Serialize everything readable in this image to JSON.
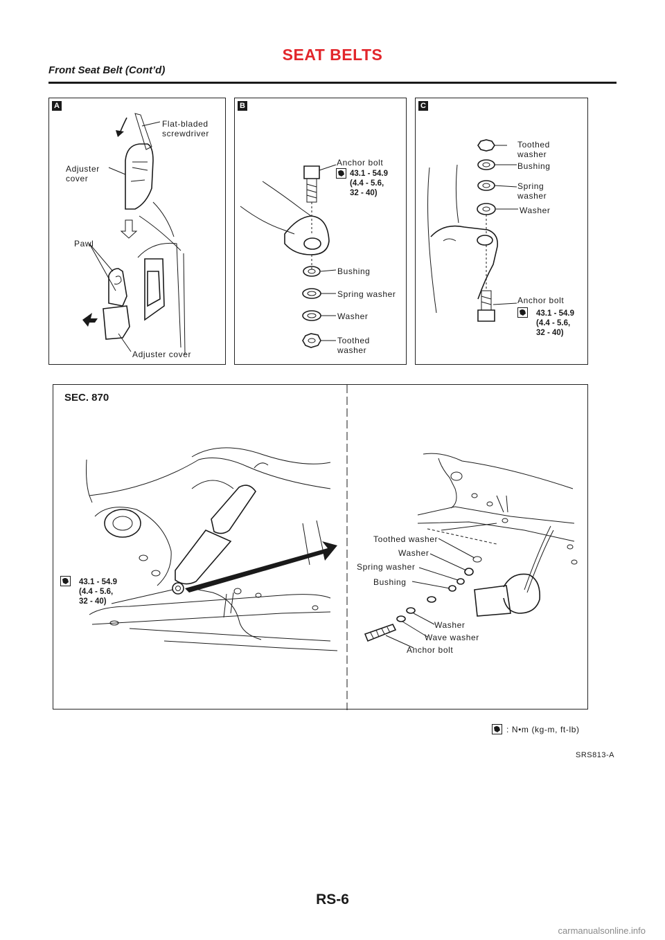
{
  "header": {
    "title": "SEAT BELTS",
    "subtitle": "Front Seat Belt (Cont’d)"
  },
  "panel_a": {
    "badge": "A",
    "labels": {
      "screwdriver": "Flat-bladed\nscrewdriver",
      "adjuster_cover_top": "Adjuster\ncover",
      "pawl": "Pawl",
      "adjuster_cover_bottom": "Adjuster cover"
    }
  },
  "panel_b": {
    "badge": "B",
    "labels": {
      "anchor_bolt": "Anchor bolt",
      "torque": "43.1 - 54.9\n(4.4 - 5.6,\n32 - 40)",
      "bushing": "Bushing",
      "spring_washer": "Spring washer",
      "washer": "Washer",
      "toothed_washer": "Toothed\nwasher"
    }
  },
  "panel_c": {
    "badge": "C",
    "labels": {
      "toothed_washer": "Toothed\nwasher",
      "bushing": "Bushing",
      "spring_washer": "Spring\nwasher",
      "washer": "Washer",
      "anchor_bolt": "Anchor bolt",
      "torque": "43.1 - 54.9\n(4.4 - 5.6,\n32 - 40)"
    }
  },
  "main_figure": {
    "section": "SEC. 870",
    "torque": "43.1 - 54.9\n(4.4 - 5.6,\n32 - 40)",
    "labels": {
      "toothed_washer": "Toothed washer",
      "washer_1": "Washer",
      "spring_washer": "Spring washer",
      "bushing": "Bushing",
      "washer_2": "Washer",
      "wave_washer": "Wave washer",
      "anchor_bolt": "Anchor bolt"
    }
  },
  "legend": {
    "units": ": N•m (kg-m, ft-lb)"
  },
  "figure_id": "SRS813-A",
  "page_number": "RS-6",
  "watermark": "carmanualsonline.info",
  "icons": {
    "torque": "torque-wrench-icon"
  }
}
